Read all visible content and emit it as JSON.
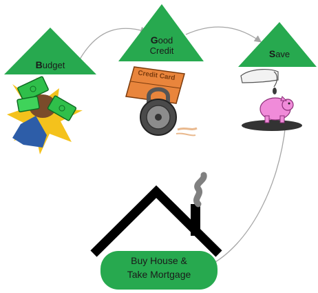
{
  "steps": [
    {
      "initial": "B",
      "rest": "udget",
      "line2": "",
      "icon": "money-fist-icon"
    },
    {
      "initial": "G",
      "rest": "ood",
      "line2": "Credit",
      "icon": "credit-card-lock-icon"
    },
    {
      "initial": "S",
      "rest": "ave",
      "line2": "",
      "icon": "piggy-bank-icon"
    }
  ],
  "goal": {
    "line1": "Buy House &",
    "line2": "Take Mortgage",
    "icon": "house-icon"
  },
  "credit_card_text": "Credit Card",
  "colors": {
    "triangle": "#27A94F",
    "goal_fill": "#27A94F",
    "arrow": "#A6A6A6",
    "roof": "#000000",
    "card": "#E9853C",
    "piggy": "#F08BD9",
    "money": "#2FBF4A",
    "star": "#F4C21C"
  }
}
